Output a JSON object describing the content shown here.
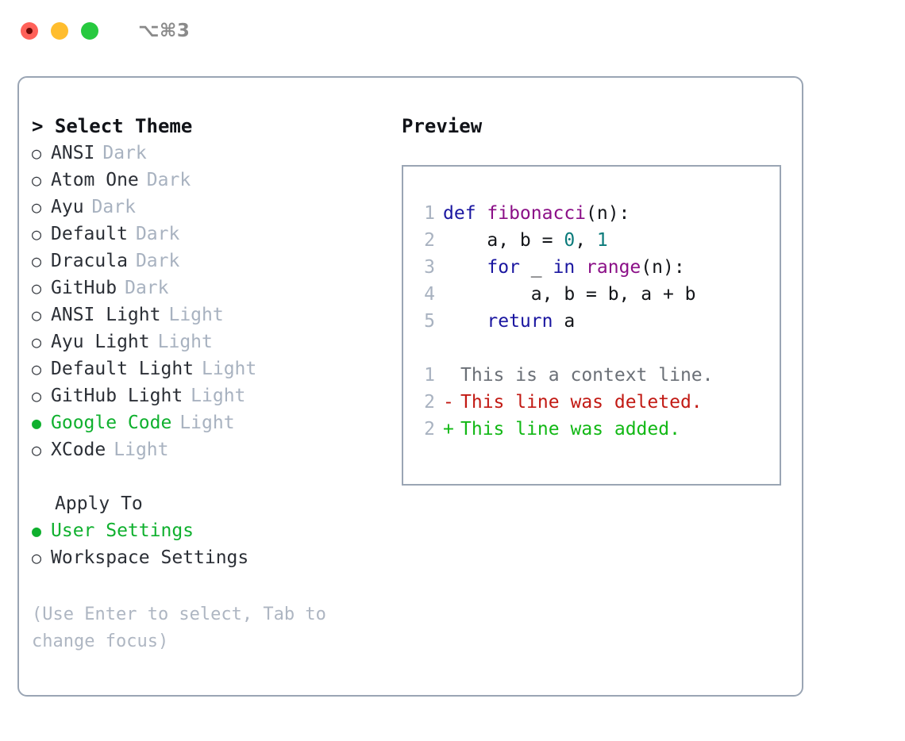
{
  "window": {
    "shortcut": "⌥⌘3",
    "traffic_lights": [
      {
        "name": "close",
        "color": "#ff6159"
      },
      {
        "name": "minimize",
        "color": "#ffbd2e"
      },
      {
        "name": "maximize",
        "color": "#27c93f"
      }
    ]
  },
  "theme_selector": {
    "caret": ">",
    "title": "Select Theme",
    "bullet_unselected": "○",
    "bullet_selected": "●",
    "items": [
      {
        "label": "ANSI",
        "tag": "Dark",
        "selected": false
      },
      {
        "label": "Atom One",
        "tag": "Dark",
        "selected": false
      },
      {
        "label": "Ayu",
        "tag": "Dark",
        "selected": false
      },
      {
        "label": "Default",
        "tag": "Dark",
        "selected": false
      },
      {
        "label": "Dracula",
        "tag": "Dark",
        "selected": false
      },
      {
        "label": "GitHub",
        "tag": "Dark",
        "selected": false
      },
      {
        "label": "ANSI Light",
        "tag": "Light",
        "selected": false
      },
      {
        "label": "Ayu Light",
        "tag": "Light",
        "selected": false
      },
      {
        "label": "Default Light",
        "tag": "Light",
        "selected": false
      },
      {
        "label": "GitHub Light",
        "tag": "Light",
        "selected": false
      },
      {
        "label": "Google Code",
        "tag": "Light",
        "selected": true
      },
      {
        "label": "XCode",
        "tag": "Light",
        "selected": false
      }
    ]
  },
  "apply_to": {
    "heading": "Apply To",
    "options": [
      {
        "label": "User Settings",
        "selected": true
      },
      {
        "label": "Workspace Settings",
        "selected": false
      }
    ]
  },
  "hint": "(Use Enter to select, Tab to change focus)",
  "preview": {
    "heading": "Preview",
    "code_lines": [
      {
        "number": "1",
        "tokens": [
          {
            "text": "def ",
            "type": "kw"
          },
          {
            "text": "fibonacci",
            "type": "fn"
          },
          {
            "text": "(n):",
            "type": "punc"
          }
        ]
      },
      {
        "number": "2",
        "tokens": [
          {
            "text": "    a, b = ",
            "type": "plain"
          },
          {
            "text": "0",
            "type": "num"
          },
          {
            "text": ", ",
            "type": "plain"
          },
          {
            "text": "1",
            "type": "num"
          }
        ]
      },
      {
        "number": "3",
        "tokens": [
          {
            "text": "    ",
            "type": "plain"
          },
          {
            "text": "for",
            "type": "kw"
          },
          {
            "text": " _ ",
            "type": "plain"
          },
          {
            "text": "in",
            "type": "kw"
          },
          {
            "text": " ",
            "type": "plain"
          },
          {
            "text": "range",
            "type": "fn"
          },
          {
            "text": "(n):",
            "type": "punc"
          }
        ]
      },
      {
        "number": "4",
        "tokens": [
          {
            "text": "        a, b = b, a + b",
            "type": "plain"
          }
        ]
      },
      {
        "number": "5",
        "tokens": [
          {
            "text": "    ",
            "type": "plain"
          },
          {
            "text": "return",
            "type": "kw"
          },
          {
            "text": " a",
            "type": "plain"
          }
        ]
      }
    ],
    "diff_lines": [
      {
        "number": "1",
        "sign": " ",
        "text": "This is a context line.",
        "kind": "context"
      },
      {
        "number": "2",
        "sign": "-",
        "text": "This line was deleted.",
        "kind": "deleted"
      },
      {
        "number": "2",
        "sign": "+",
        "text": "This line was added.",
        "kind": "added"
      }
    ]
  },
  "colors": {
    "accent_green": "#0fb02e",
    "border": "#9aa5b4",
    "muted": "#a8b2c0",
    "keyword": "#1a16a0",
    "function": "#8b0f87",
    "number": "#0b7b7b",
    "diff_deleted": "#c21a14",
    "diff_added": "#12b815",
    "diff_context": "#6b7077"
  }
}
